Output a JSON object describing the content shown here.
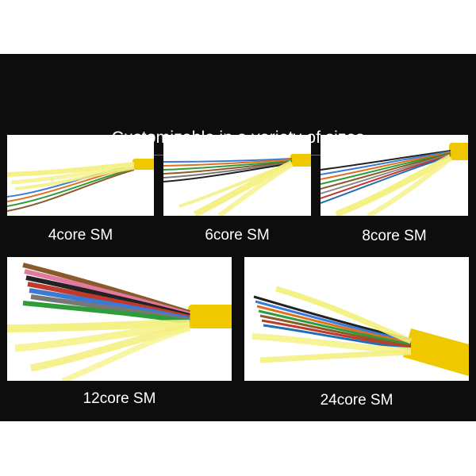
{
  "page": {
    "title": "Customizable in a variety of sizes"
  },
  "colors": {
    "background": "#0d0d0d",
    "jacket": "#f0c800",
    "yarn": "#f3ef7a",
    "text": "#ffffff"
  },
  "products": [
    {
      "label": "4core SM"
    },
    {
      "label": "6core SM"
    },
    {
      "label": "8core SM"
    },
    {
      "label": "12core SM"
    },
    {
      "label": "24core SM"
    }
  ]
}
